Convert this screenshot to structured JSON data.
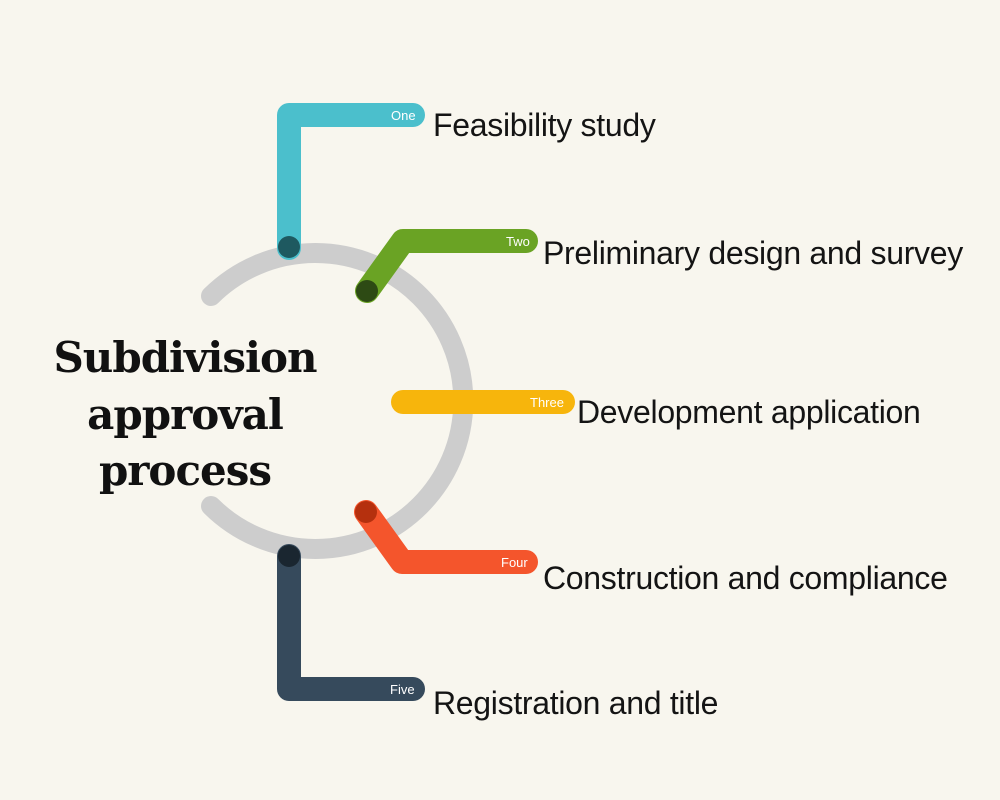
{
  "title": {
    "line1": "Subdivision approval",
    "line2": "process"
  },
  "steps": [
    {
      "number": "One",
      "label": "Feasibility study",
      "color": "#4bbfcc"
    },
    {
      "number": "Two",
      "label": "Preliminary design and survey",
      "color": "#6aa324"
    },
    {
      "number": "Three",
      "label": "Development application",
      "color": "#f7b50c"
    },
    {
      "number": "Four",
      "label": "Construction and compliance",
      "color": "#f4552c"
    },
    {
      "number": "Five",
      "label": "Registration and title",
      "color": "#364a5c"
    }
  ],
  "ring_color": "#cdcdcd",
  "dot_colors": [
    "#1e5960",
    "#2d4a14",
    "#c4c0b4",
    "#b5300e",
    "#1a2630"
  ]
}
